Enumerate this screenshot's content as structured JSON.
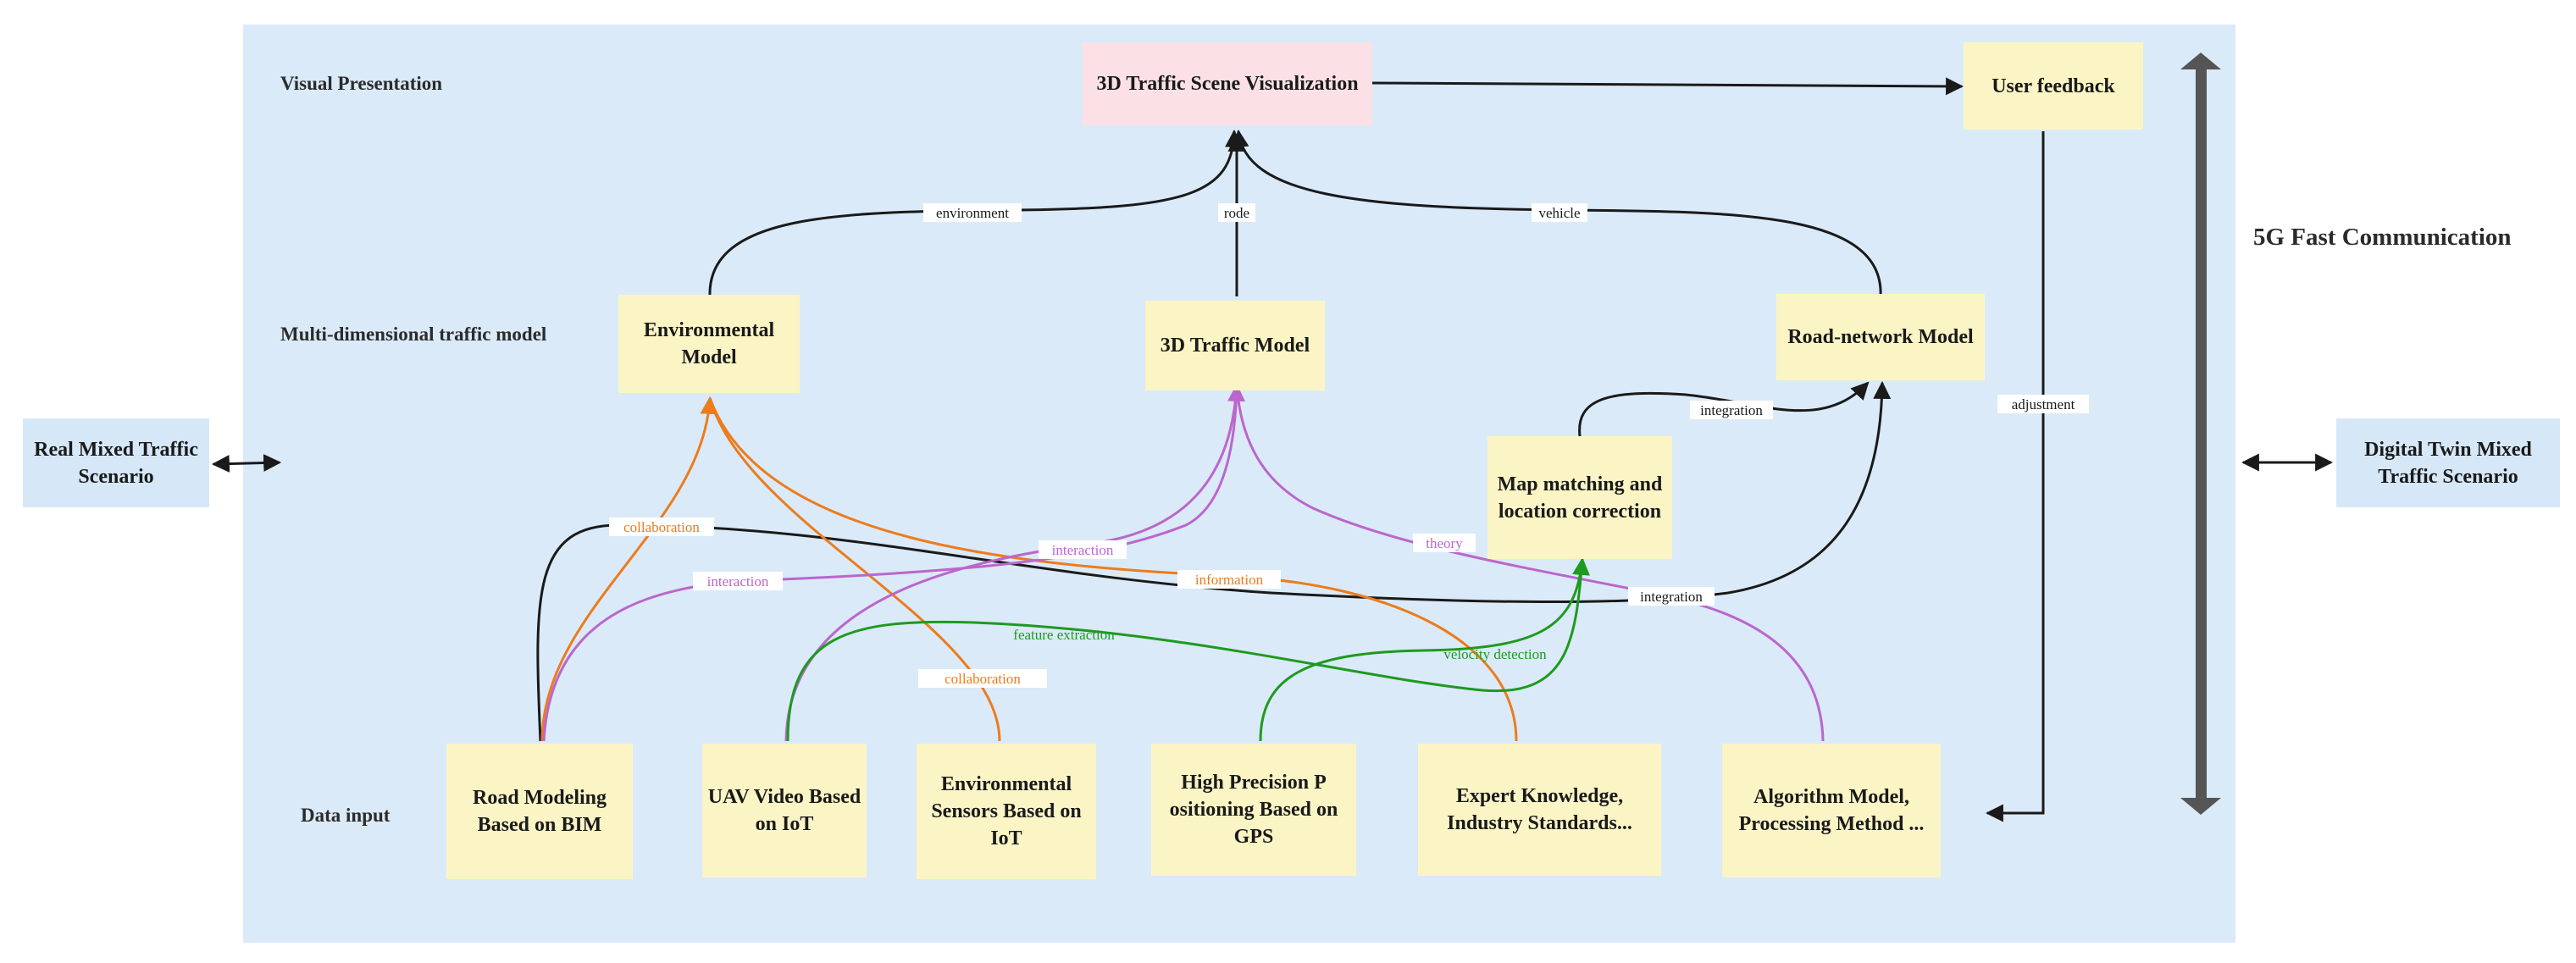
{
  "layers": {
    "visual": "Visual Presentation",
    "model": "Multi-dimensional traffic model",
    "input": "Data input"
  },
  "side": {
    "real": "Real Mixed Traffic Scenario",
    "twin": "Digital Twin Mixed Traffic Scenario",
    "comm": "5G Fast Communication"
  },
  "nodes": {
    "viz": "3D Traffic Scene Visualization",
    "feedback": "User feedback",
    "env_model": "Environmental Model",
    "traffic_model": "3D Traffic Model",
    "road_model": "Road-network Model",
    "map_match": "Map matching and location correction",
    "bim": "Road Modeling Based on BIM",
    "uav": "UAV Video Based on IoT",
    "sensors": "Environmental Sensors Based on IoT",
    "gps": "High Precision P ositioning Based on GPS",
    "expert": "Expert Knowledge, Industry Standards...",
    "algo": "Algorithm Model, Processing Method ..."
  },
  "edges": {
    "environment": "environment",
    "rode": "rode",
    "vehicle": "vehicle",
    "integration_top": "integration",
    "adjustment": "adjustment",
    "collaboration_1": "collaboration",
    "collaboration_2": "collaboration",
    "interaction_1": "interaction",
    "interaction_2": "interaction",
    "information": "information",
    "theory": "theory",
    "integration_bottom": "integration",
    "feature_extraction": "feature extraction",
    "velocity_detection": "velocity detection"
  },
  "colors": {
    "panel": "#daeaf9",
    "yellow_box": "#fbf5c6",
    "pink_box": "#fbe1e6",
    "black_edge": "#1a1a1a",
    "orange_edge": "#ec7c1c",
    "purple_edge": "#bb66cc",
    "green_edge": "#1e9a1e",
    "thick_arrow": "#555555"
  }
}
